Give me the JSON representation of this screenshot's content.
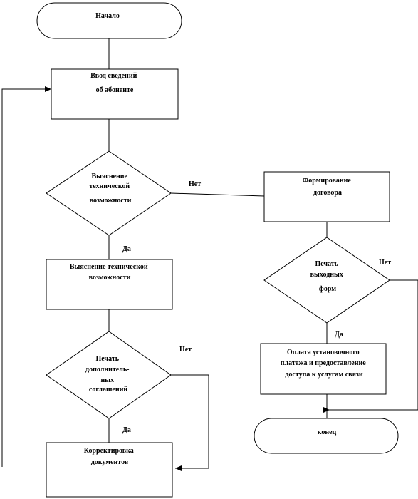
{
  "nodes": {
    "start": {
      "lines": [
        "Начало"
      ]
    },
    "input": {
      "lines": [
        "Ввод сведений",
        "об абоненте"
      ]
    },
    "check": {
      "lines": [
        "Выяснение",
        "технической",
        "возможности"
      ]
    },
    "check_box": {
      "lines": [
        "Выяснение технической",
        "возможности"
      ]
    },
    "print_agreements": {
      "lines": [
        "Печать",
        "дополнитель-",
        "ных",
        "соглашений"
      ]
    },
    "correct_docs": {
      "lines": [
        "Корректировка",
        "документов"
      ]
    },
    "contract": {
      "lines": [
        "Формирование",
        "договора"
      ]
    },
    "print_forms": {
      "lines": [
        "Печать",
        "выходных",
        "форм"
      ]
    },
    "payment": {
      "lines": [
        "Оплата установочного",
        "платежа и предоставление",
        "доступа к услугам связи"
      ]
    },
    "end": {
      "lines": [
        "конец"
      ]
    }
  },
  "edge_labels": {
    "check_no": "Нет",
    "check_yes": "Да",
    "print_agreements_no": "Нет",
    "print_agreements_yes": "Да",
    "print_forms_no": "Нет",
    "print_forms_yes": "Да"
  },
  "colors": {
    "stroke": "#000000",
    "fill": "#ffffff"
  }
}
